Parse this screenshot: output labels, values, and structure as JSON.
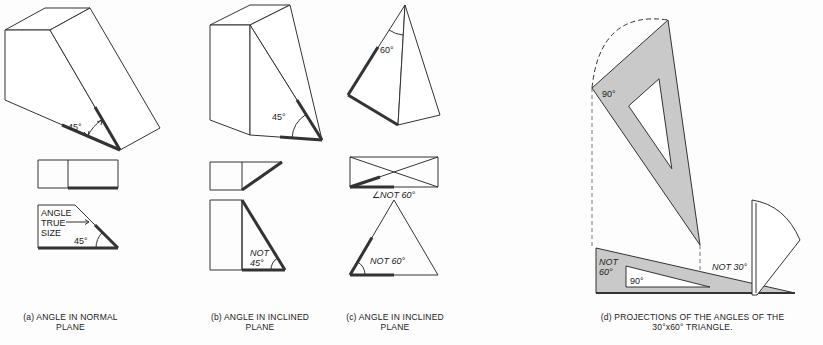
{
  "diagram": {
    "labels": [
      "45°",
      "45°",
      "60°",
      "90°",
      "ANGLE TRUE SIZE",
      "45°",
      "NOT 45°",
      "∠NOT 60°",
      "NOT 60°",
      "NOT 60°",
      "90°",
      "NOT 30°",
      "(a) ANGLE IN NORMAL PLANE",
      "(b) ANGLE IN INCLINED PLANE",
      "(c) ANGLE IN INCLINED PLANE",
      "(d) PROJECTIONS OF THE ANGLES OF THE 30°x60° TRIANGLE."
    ]
  }
}
